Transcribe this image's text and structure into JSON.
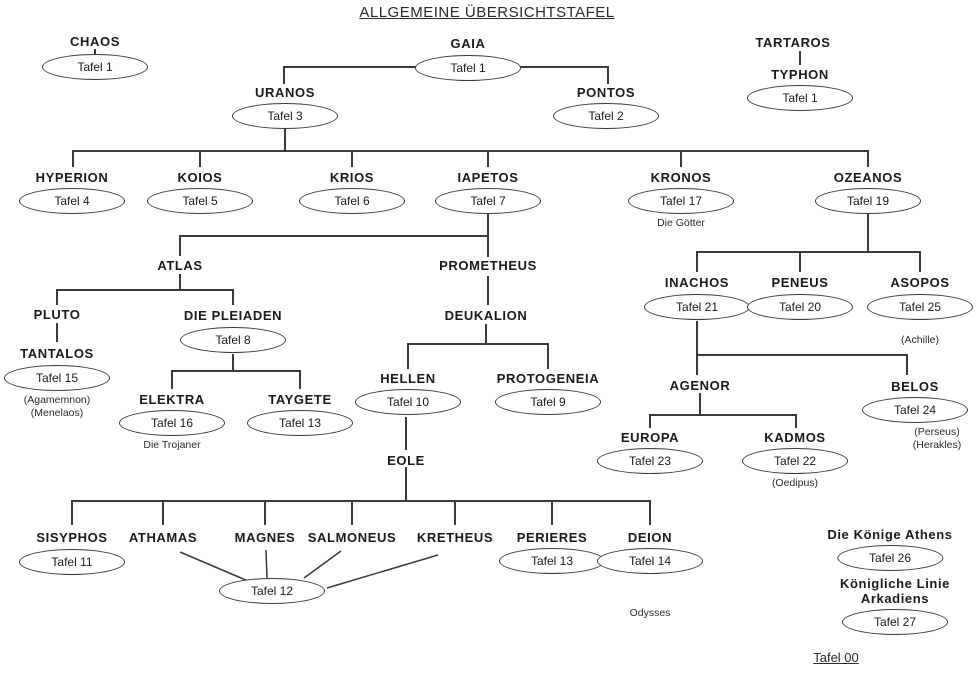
{
  "title": "ALLGEMEINE ÜBERSICHTSTAFEL",
  "footer": {
    "tafel_ref": "Tafel 00"
  },
  "nodes": {
    "chaos": {
      "name": "CHAOS",
      "tafel": "Tafel 1"
    },
    "gaia": {
      "name": "GAIA",
      "tafel": "Tafel 1"
    },
    "tartaros": {
      "name": "TARTAROS"
    },
    "typhon": {
      "name": "TYPHON",
      "tafel": "Tafel 1"
    },
    "uranos": {
      "name": "URANOS",
      "tafel": "Tafel 3"
    },
    "pontos": {
      "name": "PONTOS",
      "tafel": "Tafel 2"
    },
    "hyperion": {
      "name": "HYPERION",
      "tafel": "Tafel 4"
    },
    "koios": {
      "name": "KOIOS",
      "tafel": "Tafel 5"
    },
    "krios": {
      "name": "KRIOS",
      "tafel": "Tafel 6"
    },
    "iapetos": {
      "name": "IAPETOS",
      "tafel": "Tafel 7"
    },
    "kronos": {
      "name": "KRONOS",
      "tafel": "Tafel 17",
      "note1": "Die Götter"
    },
    "ozeanos": {
      "name": "OZEANOS",
      "tafel": "Tafel 19"
    },
    "atlas": {
      "name": "ATLAS"
    },
    "prometheus": {
      "name": "PROMETHEUS"
    },
    "pluto": {
      "name": "PLUTO"
    },
    "tantalos": {
      "name": "TANTALOS",
      "tafel": "Tafel 15",
      "note1": "(Agamemnon)",
      "note2": "(Menelaos)"
    },
    "die_pleiaden": {
      "name": "DIE PLEIADEN",
      "tafel": "Tafel 8"
    },
    "elektra": {
      "name": "ELEKTRA",
      "tafel": "Tafel 16",
      "note1": "Die Trojaner"
    },
    "taygete": {
      "name": "TAYGETE",
      "tafel": "Tafel 13"
    },
    "deukalion": {
      "name": "DEUKALION"
    },
    "hellen": {
      "name": "HELLEN",
      "tafel": "Tafel 10"
    },
    "protogeneia": {
      "name": "PROTOGENEIA",
      "tafel": "Tafel 9"
    },
    "eole": {
      "name": "EOLE"
    },
    "inachos": {
      "name": "INACHOS",
      "tafel": "Tafel 21"
    },
    "peneus": {
      "name": "PENEUS",
      "tafel": "Tafel 20"
    },
    "asopos": {
      "name": "ASOPOS",
      "tafel": "Tafel 25",
      "note1": "(Achille)"
    },
    "agenor": {
      "name": "AGENOR"
    },
    "belos": {
      "name": "BELOS",
      "tafel": "Tafel 24",
      "note1": "(Perseus)",
      "note2": "(Herakles)"
    },
    "europa": {
      "name": "EUROPA",
      "tafel": "Tafel 23"
    },
    "kadmos": {
      "name": "KADMOS",
      "tafel": "Tafel 22",
      "note1": "(Oedipus)"
    },
    "sisyphos": {
      "name": "SISYPHOS",
      "tafel": "Tafel 11"
    },
    "athamas": {
      "name": "ATHAMAS"
    },
    "magnes": {
      "name": "MAGNES"
    },
    "salmoneus": {
      "name": "SALMONEUS"
    },
    "kretheus": {
      "name": "KRETHEUS"
    },
    "tafel12": {
      "tafel": "Tafel 12"
    },
    "perieres": {
      "name": "PERIERES",
      "tafel": "Tafel 13"
    },
    "deion": {
      "name": "DEION",
      "tafel": "Tafel 14",
      "note1": "Odysses"
    },
    "koenige_athens": {
      "name": "Die Könige Athens",
      "tafel": "Tafel 26"
    },
    "koenigliche_linie": {
      "name": "Königliche Linie",
      "name2": "Arkadiens",
      "tafel": "Tafel 27"
    }
  }
}
